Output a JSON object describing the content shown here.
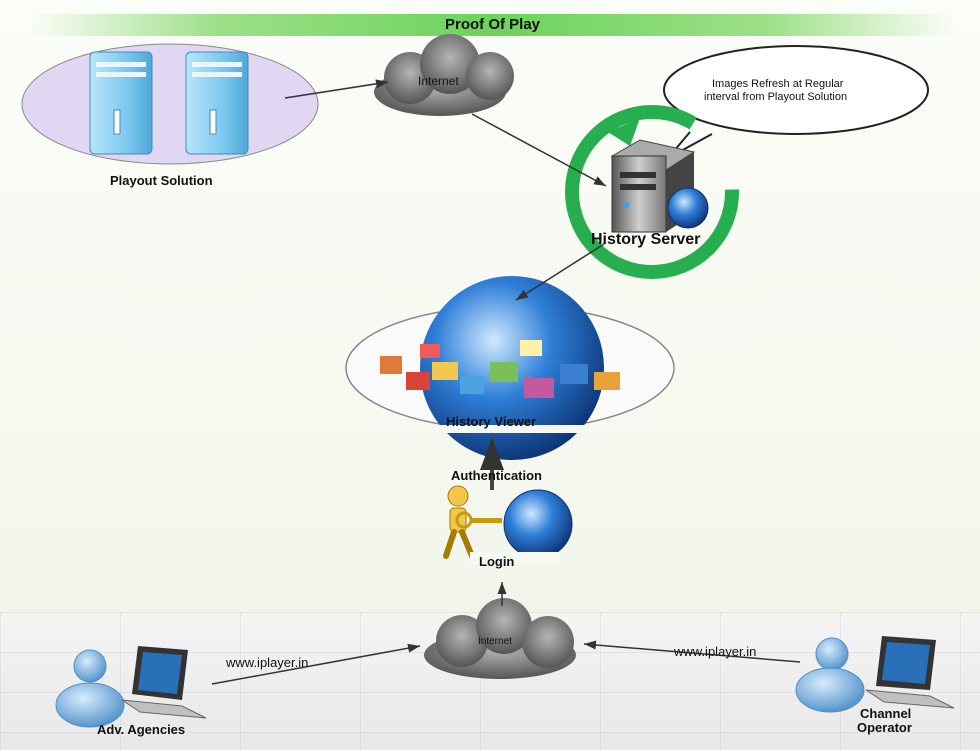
{
  "title": "Proof Of Play",
  "nodes": {
    "playout": "Playout Solution",
    "internet_top": "Internet",
    "history_server": "History Server",
    "callout": [
      "Images Refresh at Regular",
      "interval from Playout Solution"
    ],
    "history_viewer": "History Viewer",
    "authentication": "Authentication",
    "login": "Login",
    "internet_bottom": "Internet",
    "adv_agencies": "Adv. Agencies",
    "channel_operator": [
      "Channel",
      "Operator"
    ]
  },
  "edges": {
    "left_url": "www.iplayer.in",
    "right_url": "www.iplayer.in"
  },
  "colors": {
    "title_green": "#6bd35a",
    "server_blue": "#8fd0f2",
    "ring_green": "#27ae4f",
    "cloud_gray": "#7a7a7a",
    "user_blue": "#7fb6e0"
  }
}
